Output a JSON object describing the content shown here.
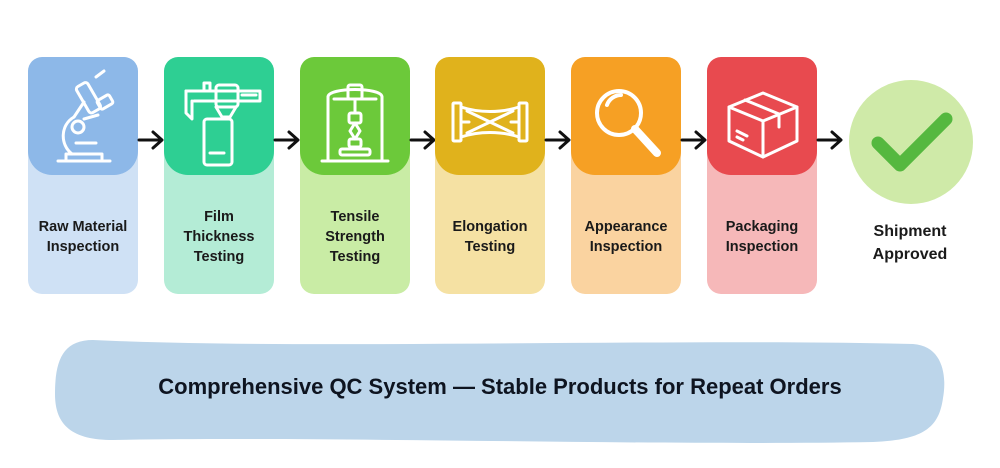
{
  "steps": [
    {
      "label": "Raw Material\nInspection",
      "icon": "microscope-icon",
      "top_color": "#8db8e8",
      "bottom_color": "#cfe1f5"
    },
    {
      "label": "Film\nThickness\nTesting",
      "icon": "caliper-icon",
      "top_color": "#2ecf93",
      "bottom_color": "#b4ecd6"
    },
    {
      "label": "Tensile\nStrength\nTesting",
      "icon": "tensile-tester-icon",
      "top_color": "#6cc93a",
      "bottom_color": "#c9eca5"
    },
    {
      "label": "Elongation\nTesting",
      "icon": "stretch-film-icon",
      "top_color": "#e0b21c",
      "bottom_color": "#f5e1a3"
    },
    {
      "label": "Appearance\nInspection",
      "icon": "magnifier-icon",
      "top_color": "#f6a024",
      "bottom_color": "#fad3a0"
    },
    {
      "label": "Packaging\nInspection",
      "icon": "box-icon",
      "top_color": "#e84a4f",
      "bottom_color": "#f6b8b9"
    }
  ],
  "final": {
    "label": "Shipment\nApproved",
    "icon": "checkmark-icon",
    "circle_color": "#cfeaa8",
    "check_color": "#55b83f"
  },
  "banner": {
    "text": "Comprehensive QC System — Stable Products for Repeat Orders",
    "color": "#bcd5ea"
  }
}
